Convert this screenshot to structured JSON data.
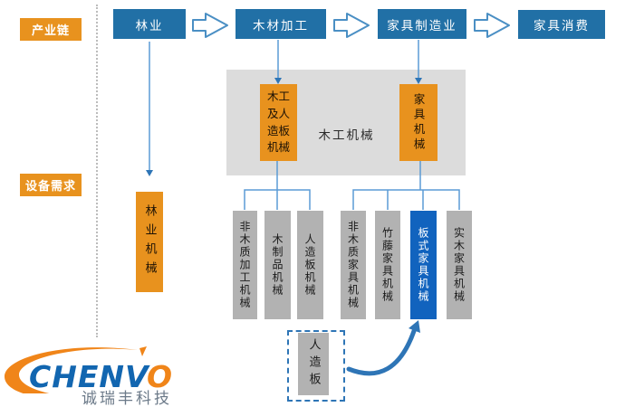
{
  "colors": {
    "orange": "#E8921E",
    "steel_blue": "#2170A6",
    "highlight_blue": "#1163BE",
    "panel_gray": "#DCDCDC",
    "box_gray": "#B2B2B2",
    "connector_blue": "#5B9BD5",
    "accent_blue": "#2E75B6",
    "logo_blue": "#1266B0",
    "logo_orange": "#F08519"
  },
  "side_labels": {
    "industry_chain": "产业链",
    "equipment_demand": "设备需求"
  },
  "chain": {
    "nodes": [
      "林业",
      "木材加工",
      "家具制造业",
      "家具消费"
    ]
  },
  "forestry": {
    "machine": "林业机械"
  },
  "panel": {
    "title": "木工机械",
    "woodworking_plywood": "木工\n及人\n造板\n机械",
    "furniture": "家具机械"
  },
  "machines": {
    "woodworking_group": [
      "非木质加工机械",
      "木制品机械",
      "人造板机械"
    ],
    "furniture_group": [
      "非木质家具机械",
      "竹藤家具机械",
      "板式家具机械",
      "实木家具机械"
    ]
  },
  "callout": {
    "plywood": "人造板"
  },
  "logo": {
    "brand_main": "CHENV",
    "brand_o": "O",
    "company": "诚瑞丰科技"
  }
}
